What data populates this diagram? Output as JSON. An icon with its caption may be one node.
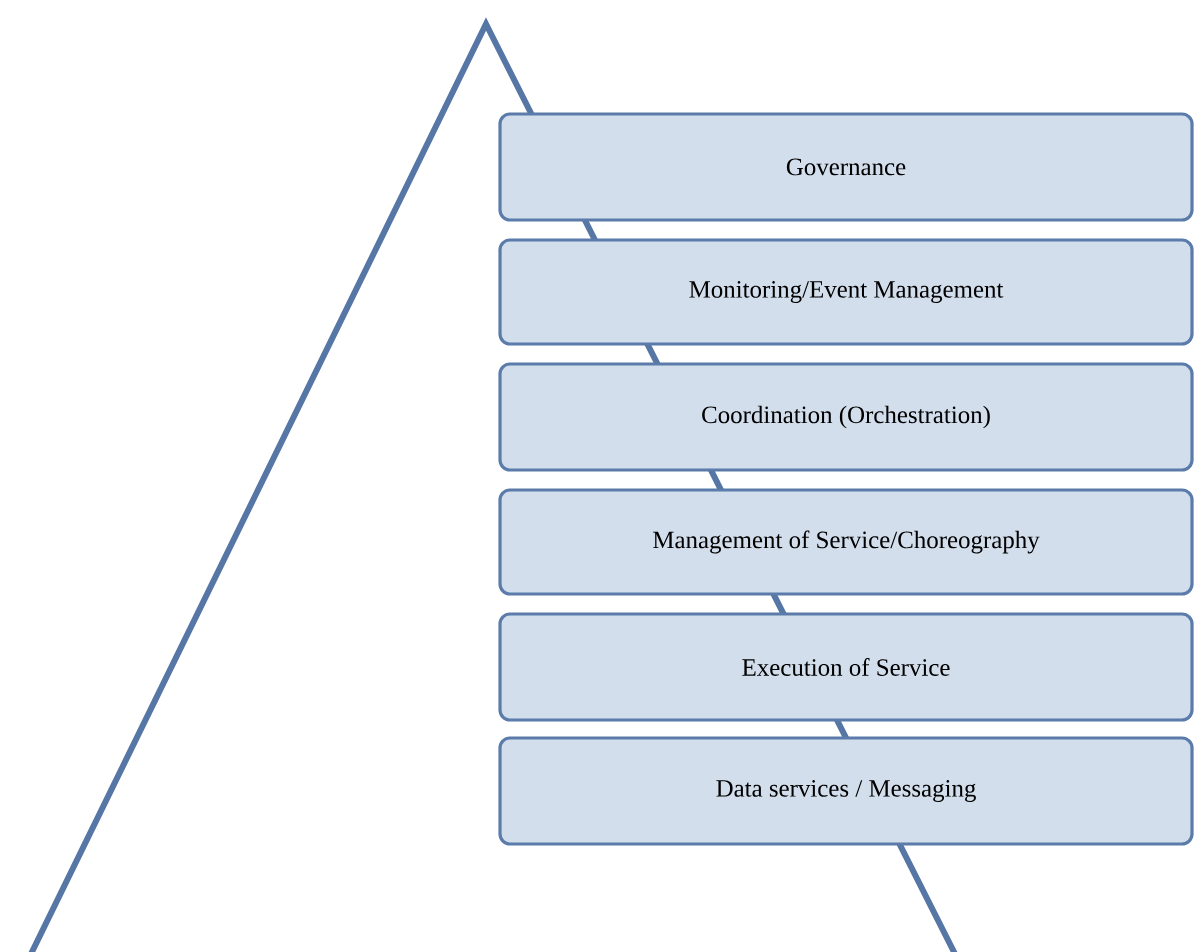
{
  "diagram": {
    "nodes": [
      {
        "text": [
          "Governance"
        ]
      },
      {
        "text": [
          "Monitoring/Event Management"
        ]
      },
      {
        "text": [
          "Coordination (Orchestration)"
        ]
      },
      {
        "text": [
          "Management of Service/Choreography"
        ]
      },
      {
        "text": [
          "Execution of Service"
        ]
      },
      {
        "text": [
          "Data services / Messaging"
        ]
      }
    ]
  }
}
